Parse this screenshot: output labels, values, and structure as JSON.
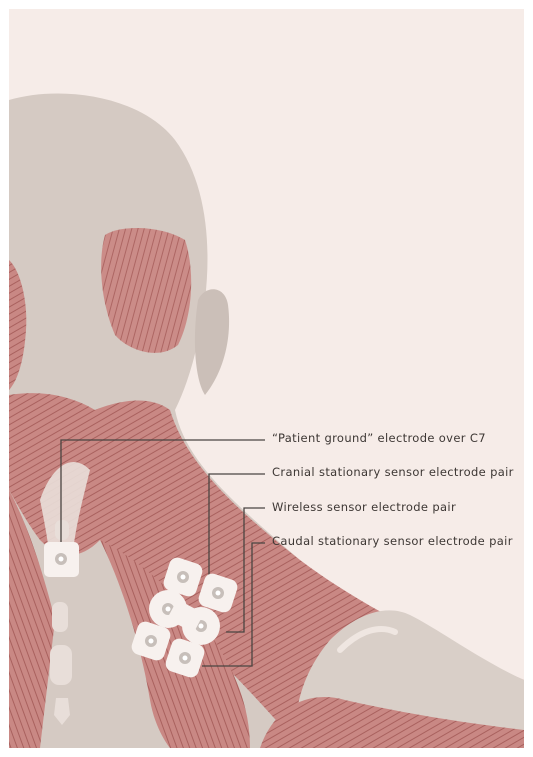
{
  "labels": [
    "“Patient ground” electrode over C7",
    "Cranial stationary sensor electrode pair",
    "Wireless sensor electrode pair",
    "Caudal stationary sensor electrode pair"
  ],
  "colors": {
    "background": "#f6ece8",
    "skin": "#d6cbc4",
    "muscle": "#c47d7a",
    "electrode": "#f7f1ee",
    "leader_line": "#4a4441"
  }
}
